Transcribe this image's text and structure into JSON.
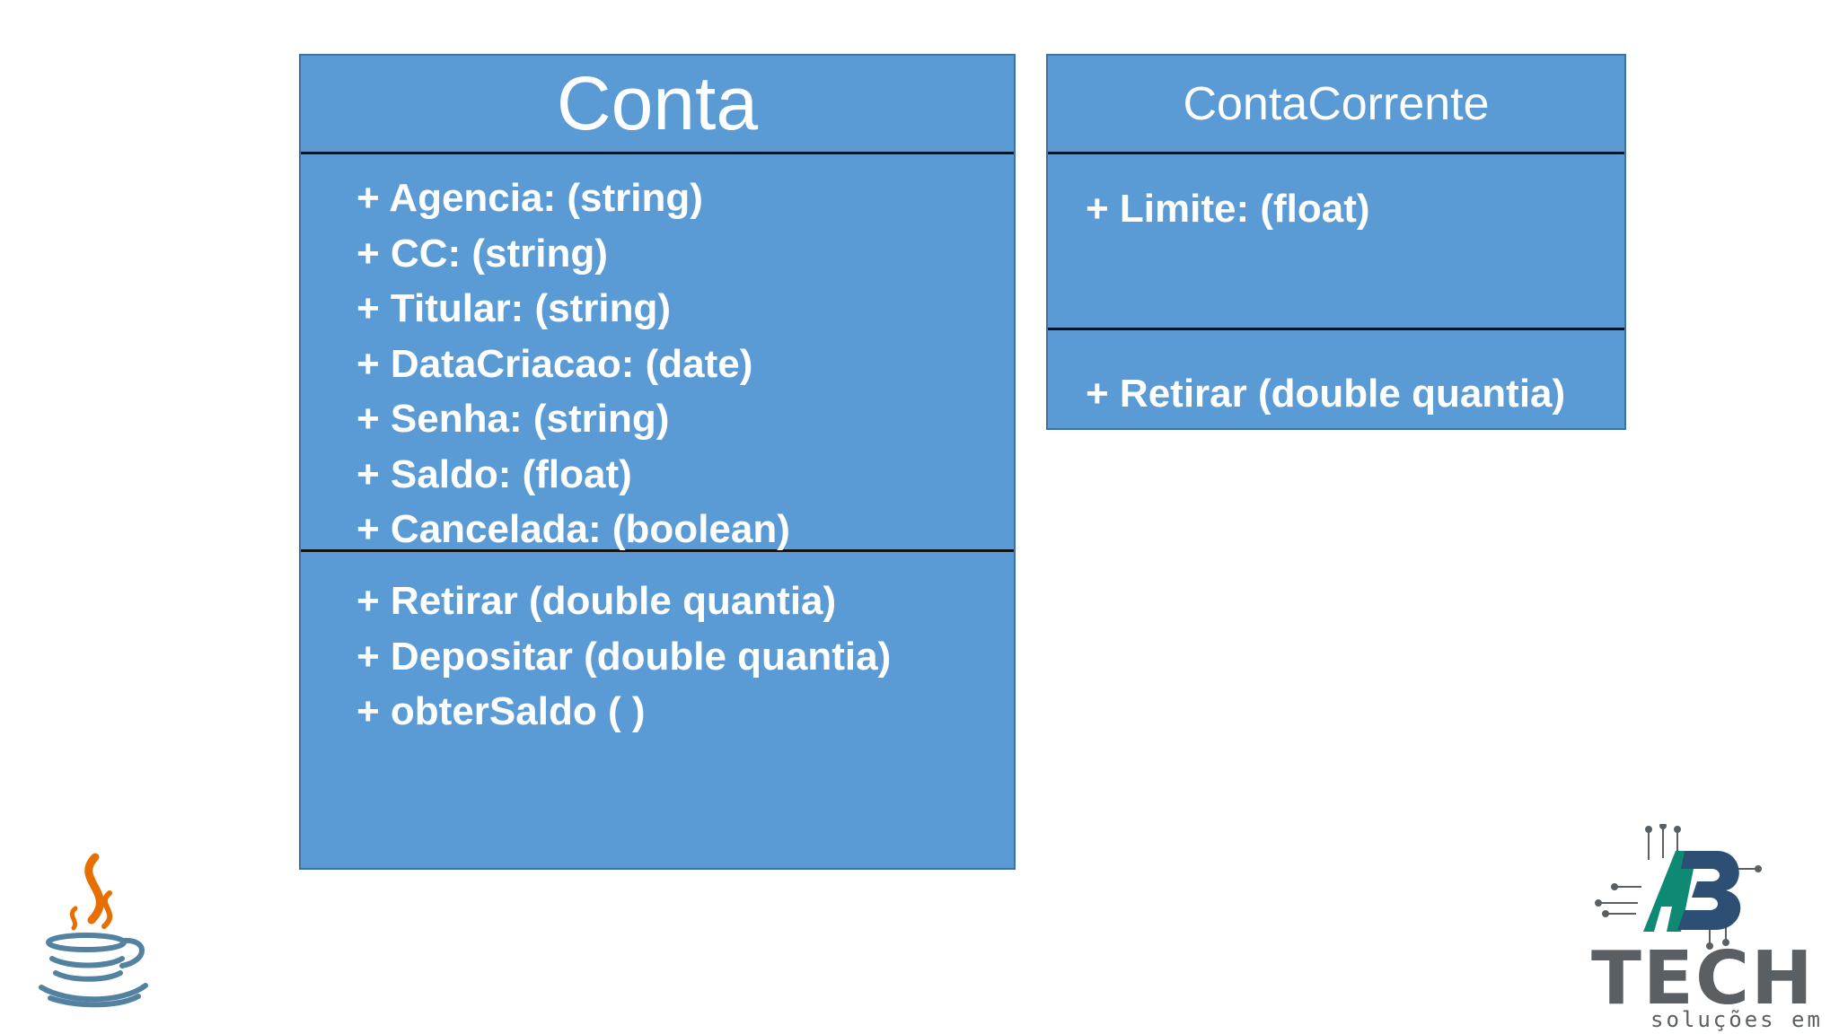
{
  "classes": {
    "conta": {
      "name": "Conta",
      "attributes": [
        "+ Agencia: (string)",
        "+ CC: (string)",
        "+ Titular: (string)",
        "+ DataCriacao: (date)",
        "+ Senha: (string)",
        "+ Saldo: (float)",
        "+ Cancelada: (boolean)"
      ],
      "methods": [
        "+ Retirar (double quantia)",
        "+ Depositar (double quantia)",
        "+ obterSaldo ( )"
      ]
    },
    "conta_corrente": {
      "name": "ContaCorrente",
      "attributes": [
        "+ Limite: (float)"
      ],
      "methods": [
        "+ Retirar (double quantia)"
      ]
    }
  },
  "logos": {
    "java": "java-coffee-cup-logo",
    "brand_letters": "AB",
    "brand_name": "TECH",
    "brand_tagline": "soluções em ti"
  },
  "colors": {
    "class_fill": "#5b9bd5",
    "class_border": "#41719c",
    "text": "#ffffff",
    "java_orange": "#e76f00",
    "java_blue": "#5382a1",
    "brand_teal": "#0e8a74",
    "brand_gray": "#5a5f63"
  }
}
